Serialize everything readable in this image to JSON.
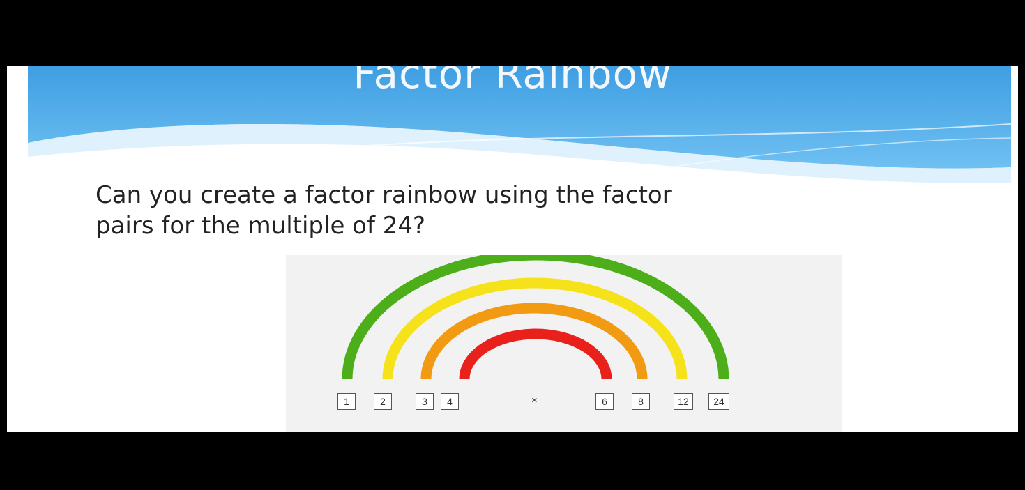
{
  "slide": {
    "title": "Factor Rainbow",
    "question_line1": "Can you create a factor rainbow using the factor",
    "question_line2": "pairs for the multiple of 24?"
  },
  "rainbow": {
    "left_factors": [
      "1",
      "2",
      "3",
      "4"
    ],
    "right_factors": [
      "6",
      "8",
      "12",
      "24"
    ],
    "operator": "×",
    "arc_colors": {
      "outer": "#4caf1a",
      "second": "#f5e21a",
      "third": "#f29a12",
      "inner": "#e8221a"
    }
  },
  "colors": {
    "banner_blue": "#4aa8e6",
    "letterbox": "#000000"
  }
}
